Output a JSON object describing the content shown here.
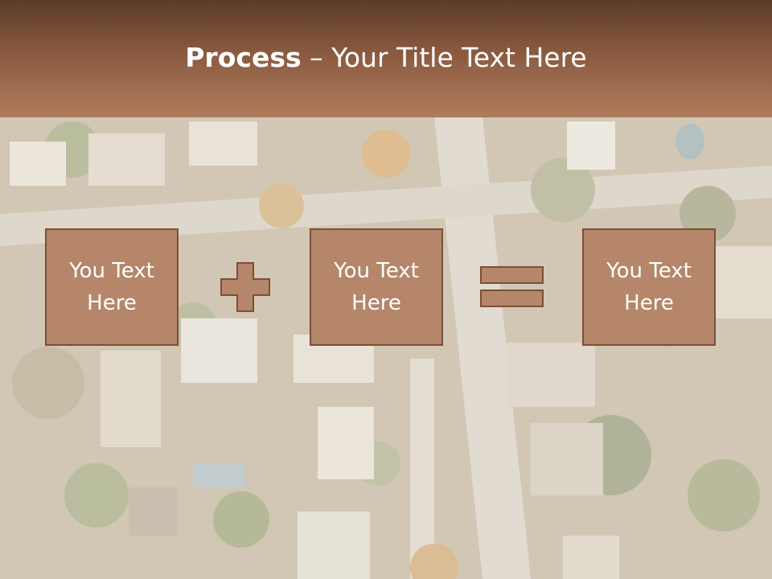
{
  "header": {
    "title_bold": "Process",
    "title_rest": " – Your Title Text Here",
    "colors": {
      "bar_top": "#5b3b2a",
      "bar_bottom": "#b07c5c",
      "text": "#ffffff"
    }
  },
  "process": {
    "boxes": [
      {
        "label": "You Text\nHere"
      },
      {
        "label": "You Text\nHere"
      },
      {
        "label": "You Text\nHere"
      }
    ],
    "operators": [
      "plus-icon",
      "equals-icon"
    ],
    "box_fill": "#b5866a",
    "box_border": "#7a4f38"
  },
  "background": {
    "image": "aerial-suburb-photo"
  }
}
